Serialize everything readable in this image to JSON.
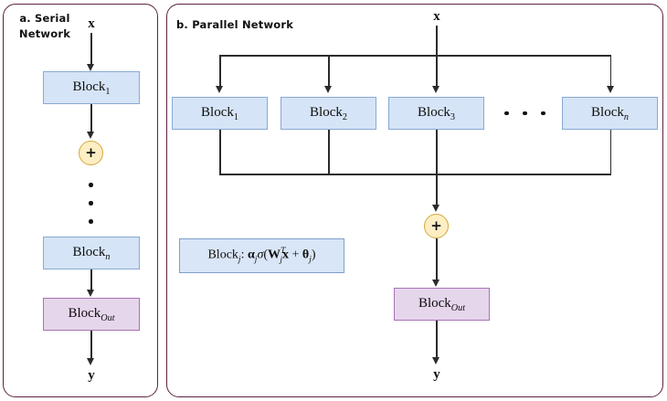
{
  "figure": {
    "panels": [
      {
        "id": "serial",
        "title": "a. Serial\nNetwork",
        "input_label": "x",
        "output_label": "y",
        "nodes": [
          {
            "name": "block-1",
            "label_base": "Block",
            "label_sub": "1",
            "style": "blue"
          },
          {
            "name": "sum",
            "label_base": "+",
            "label_sub": "",
            "style": "circle"
          },
          {
            "name": "block-n",
            "label_base": "Block",
            "label_sub": "n",
            "style": "blue"
          },
          {
            "name": "block-out",
            "label_base": "Block",
            "label_sub": "Out",
            "style": "purple"
          }
        ],
        "ellipsis_dots": 3
      },
      {
        "id": "parallel",
        "title": "b. Parallel Network",
        "input_label": "x",
        "output_label": "y",
        "nodes": [
          {
            "name": "block-1",
            "label_base": "Block",
            "label_sub": "1",
            "style": "blue"
          },
          {
            "name": "block-2",
            "label_base": "Block",
            "label_sub": "2",
            "style": "blue"
          },
          {
            "name": "block-3",
            "label_base": "Block",
            "label_sub": "3",
            "style": "blue"
          },
          {
            "name": "block-n",
            "label_base": "Block",
            "label_sub": "n",
            "style": "blue"
          },
          {
            "name": "sum",
            "label_base": "+",
            "label_sub": "",
            "style": "circle"
          },
          {
            "name": "block-out",
            "label_base": "Block",
            "label_sub": "Out",
            "style": "purple"
          }
        ],
        "ellipsis_dots": 3,
        "formula": {
          "prefix_base": "Block",
          "prefix_sub": "j",
          "colon": ":",
          "alpha": "α",
          "alpha_sub": "j",
          "sigma": "σ",
          "open_paren": "(",
          "weight": "W",
          "weight_sub": "j",
          "weight_sup": "T",
          "input": "x",
          "plus": "+",
          "theta": "θ",
          "theta_sub": "j",
          "close_paren": ")"
        }
      }
    ]
  },
  "colors": {
    "panel_border": "#5d2240",
    "block_fill": "#d6e4f7",
    "block_border": "#87a9d4",
    "out_fill": "#e6d6ec",
    "out_border": "#a673b5",
    "sum_fill": "#fdeec4",
    "sum_border": "#d3a93f",
    "connector": "#2b2b2b"
  }
}
